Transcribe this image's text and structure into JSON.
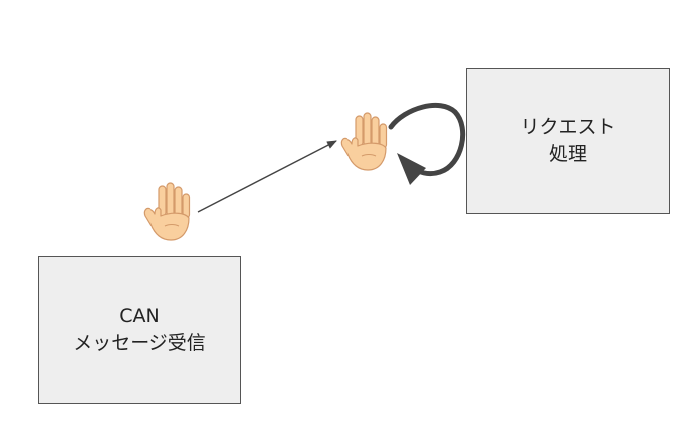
{
  "boxes": {
    "can_box": {
      "line1": "CAN",
      "line2": "メッセージ受信"
    },
    "request_box": {
      "line1": "リクエスト",
      "line2": "処理"
    }
  },
  "icons": {
    "hand": "raised-hand-icon"
  },
  "colors": {
    "box_fill": "#eeeeee",
    "box_border": "#555555",
    "arrow": "#444444",
    "loop_arrow": "#444444",
    "hand_skin": "#f9cf9e",
    "hand_outline": "#d49a6a"
  }
}
